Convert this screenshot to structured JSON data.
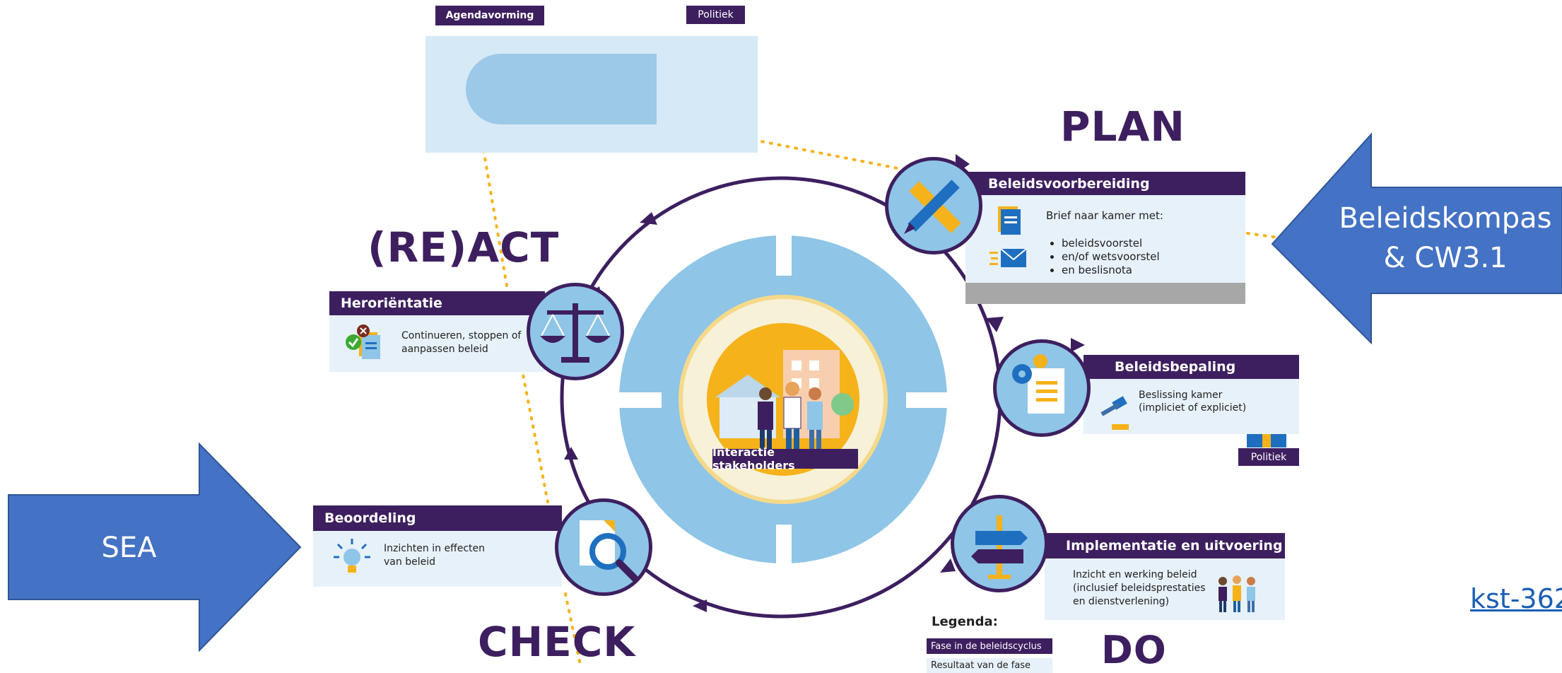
{
  "colors": {
    "purple": "#3d1f5f",
    "light_blue": "#8fc5e6",
    "pale_blue": "#e7f1f9",
    "arrow_blue": "#4472c4",
    "gold": "#f5b21a",
    "dotted": "#f5b21a"
  },
  "phases": {
    "plan": "PLAN",
    "react": "(RE)ACT",
    "check": "CHECK",
    "do": "DO"
  },
  "agenda": {
    "title": "Agendavorming",
    "politiek": "Politiek"
  },
  "voorbereiding": {
    "title": "Beleidsvoorbereiding",
    "intro": "Brief naar kamer met:",
    "bullets": [
      "beleidsvoorstel",
      "en/of wetsvoorstel",
      "en beslisnota"
    ]
  },
  "bepaling": {
    "title": "Beleidsbepaling",
    "line1": "Beslissing kamer",
    "line2": "(impliciet of expliciet)",
    "politiek": "Politiek"
  },
  "implementatie": {
    "title": "Implementatie en uitvoering",
    "line1": "Inzicht en werking beleid",
    "line2": "(inclusief beleidsprestaties",
    "line3": "en dienstverlening)"
  },
  "beoordeling": {
    "title": "Beoordeling",
    "line1": "Inzichten in effecten",
    "line2": "van beleid"
  },
  "heroriëntatie": {
    "title": "Heroriëntatie",
    "line1": "Continueren, stoppen of",
    "line2": "aanpassen  beleid"
  },
  "center": {
    "label": "Interactie stakeholders"
  },
  "legend": {
    "title": "Legenda:",
    "phase": "Fase in de beleidscyclus",
    "result": "Resultaat van de fase"
  },
  "arrows": {
    "right_line1": "Beleidskompas",
    "right_line2": "& CW3.1",
    "left": "SEA"
  },
  "link": {
    "text": "kst-362"
  },
  "icons": {
    "agenda": [
      "scroll-list-icon",
      "parliament-building-icon"
    ],
    "voorbereiding": [
      "ruler-pencil-icon",
      "document-icon",
      "envelope-icon"
    ],
    "bepaling": [
      "gears-document-icon",
      "gavel-icon",
      "parliament-building-icon"
    ],
    "implementatie": [
      "signpost-icon",
      "people-group-icon"
    ],
    "beoordeling": [
      "magnifier-document-icon",
      "lightbulb-icon"
    ],
    "heroriëntatie": [
      "balance-scale-icon",
      "check-cross-document-icon"
    ],
    "center": [
      "stakeholders-icon"
    ]
  }
}
